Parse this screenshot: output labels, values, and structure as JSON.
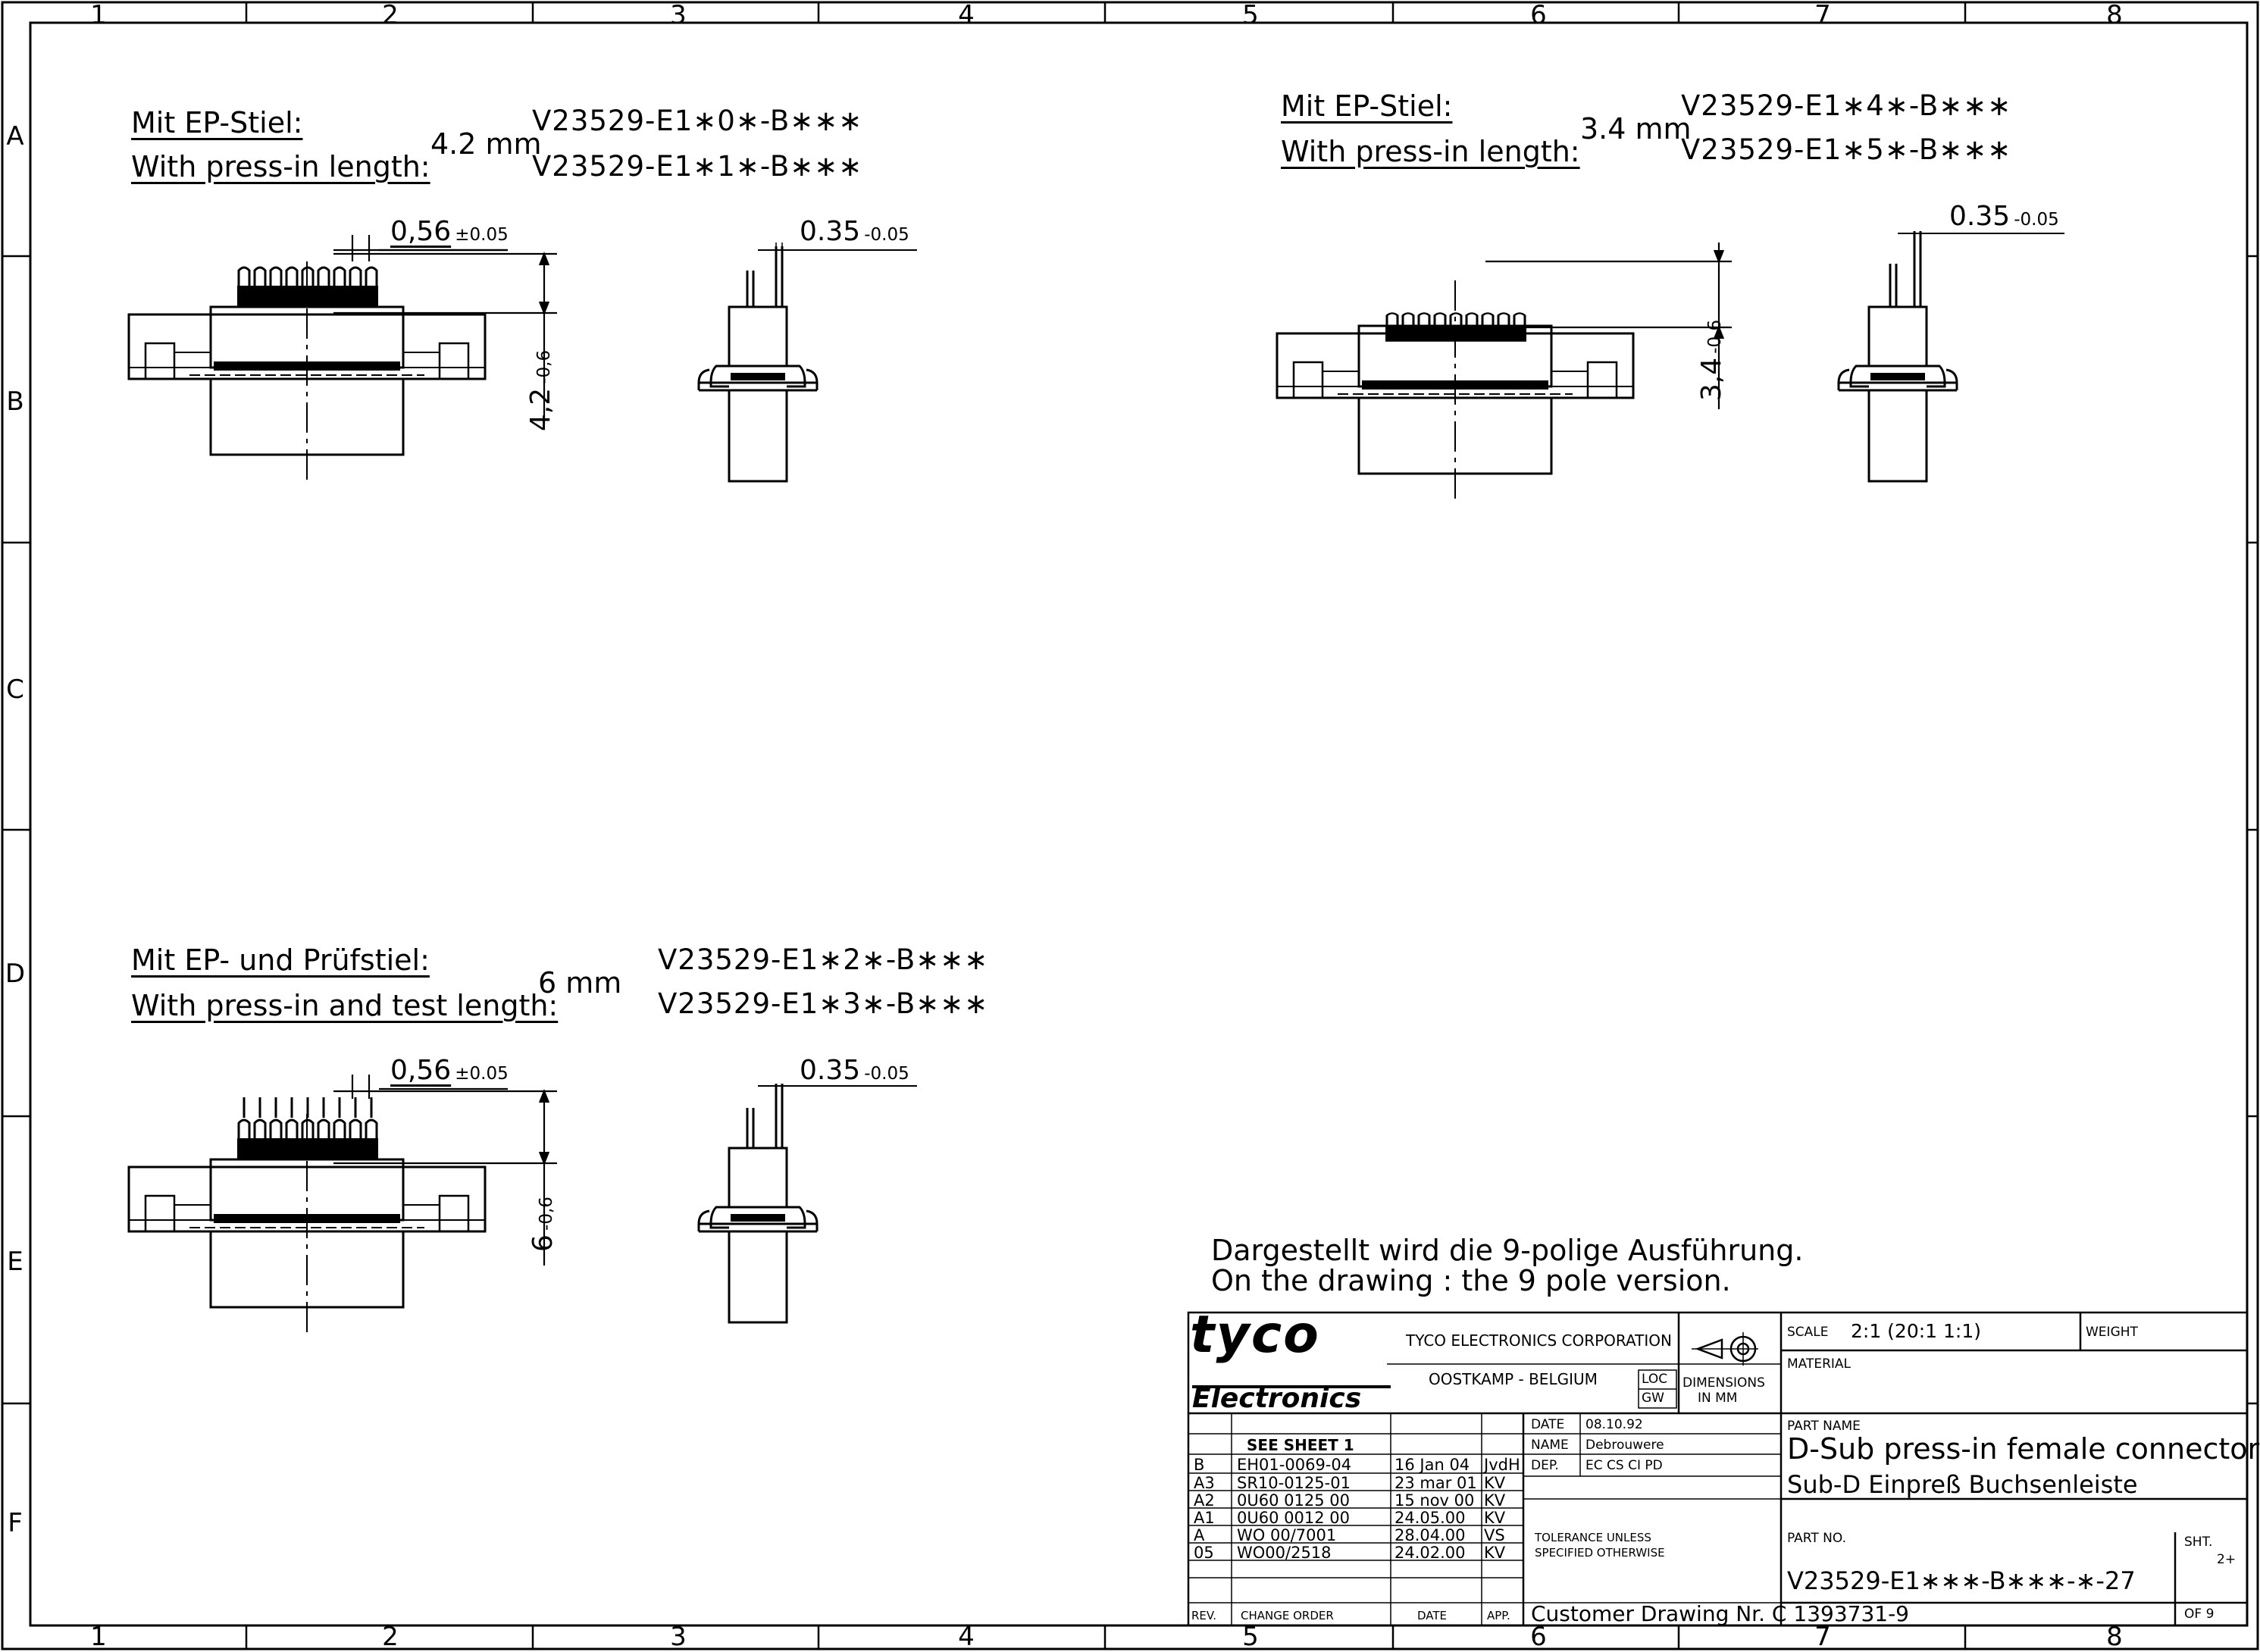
{
  "zones": {
    "cols": [
      "1",
      "2",
      "3",
      "4",
      "5",
      "6",
      "7",
      "8"
    ],
    "rows": [
      "A",
      "B",
      "C",
      "D",
      "E",
      "F"
    ]
  },
  "views": {
    "top_left": {
      "label_de": "Mit EP-Stiel:",
      "label_en": "With press-in length:",
      "length": "4.2 mm",
      "part1": "V23529-E1∗0∗-B∗∗∗",
      "part2": "V23529-E1∗1∗-B∗∗∗",
      "dim_pitch": "0,56",
      "tol_pitch": "±0.05",
      "dim_pin": "0.35",
      "tol_pin": "-0.05",
      "dim_height": "4,2",
      "tol_height": "-0,6"
    },
    "top_right": {
      "label_de": "Mit EP-Stiel:",
      "label_en": "With press-in length:",
      "length": "3.4 mm",
      "part1": "V23529-E1∗4∗-B∗∗∗",
      "part2": "V23529-E1∗5∗-B∗∗∗",
      "dim_pin": "0.35",
      "tol_pin": "-0.05",
      "dim_height": "3,4",
      "tol_height": "-0,6"
    },
    "bottom_left": {
      "label_de": "Mit EP- und Prüfstiel:",
      "label_en": "With press-in and test length:",
      "length": "6 mm",
      "part1": "V23529-E1∗2∗-B∗∗∗",
      "part2": "V23529-E1∗3∗-B∗∗∗",
      "dim_pitch": "0,56",
      "tol_pitch": "±0.05",
      "dim_pin": "0.35",
      "tol_pin": "-0.05",
      "dim_height": "6",
      "tol_height": "-0,6"
    }
  },
  "note": {
    "line1": "Dargestellt wird die 9-polige Ausführung.",
    "line2": "On the drawing : the 9 pole version."
  },
  "title_block": {
    "logo_top": "tyco",
    "logo_bottom": "Electronics",
    "company": "TYCO ELECTRONICS CORPORATION",
    "location": "OOSTKAMP - BELGIUM",
    "loc_label": "LOC",
    "loc_value": "GW",
    "dimensions_label": "DIMENSIONS",
    "dimensions_unit": "IN MM",
    "scale_label": "SCALE",
    "scale_value": "2:1 (20:1 1:1)",
    "weight_label": "WEIGHT",
    "material_label": "MATERIAL",
    "date_label": "DATE",
    "date_value": "08.10.92",
    "name_label": "NAME",
    "name_value": "Debrouwere",
    "dep_label": "DEP.",
    "dep_value": "EC CS CI PD",
    "tolerance_line1": "TOLERANCE UNLESS",
    "tolerance_line2": "SPECIFIED OTHERWISE",
    "part_name_label": "PART NAME",
    "part_name_en": "D-Sub press-in female connector",
    "part_name_de": "Sub-D Einpreß Buchsenleiste",
    "part_no_label": "PART NO.",
    "part_no_value": "V23529-E1∗∗∗-B∗∗∗-∗-27",
    "sheet_label": "SHT.",
    "sheet_value": "2+",
    "of_label": "OF 9",
    "customer_drawing": "Customer Drawing Nr. C 1393731-9",
    "see_sheet": "SEE SHEET 1",
    "rev_header": "REV.",
    "change_header": "CHANGE ORDER",
    "date_header": "DATE",
    "app_header": "APP.",
    "revisions": [
      {
        "rev": "B",
        "order": "EH01-0069-04",
        "date": "16 Jan 04",
        "app": "JvdH"
      },
      {
        "rev": "A3",
        "order": "SR10-0125-01",
        "date": "23 mar 01",
        "app": "KV"
      },
      {
        "rev": "A2",
        "order": "0U60 0125 00",
        "date": "15 nov 00",
        "app": "KV"
      },
      {
        "rev": "A1",
        "order": "0U60 0012 00",
        "date": "24.05.00",
        "app": "KV"
      },
      {
        "rev": "A",
        "order": "WO 00/7001",
        "date": "28.04.00",
        "app": "VS"
      },
      {
        "rev": "05",
        "order": "WO00/2518",
        "date": "24.02.00",
        "app": "KV"
      }
    ]
  }
}
